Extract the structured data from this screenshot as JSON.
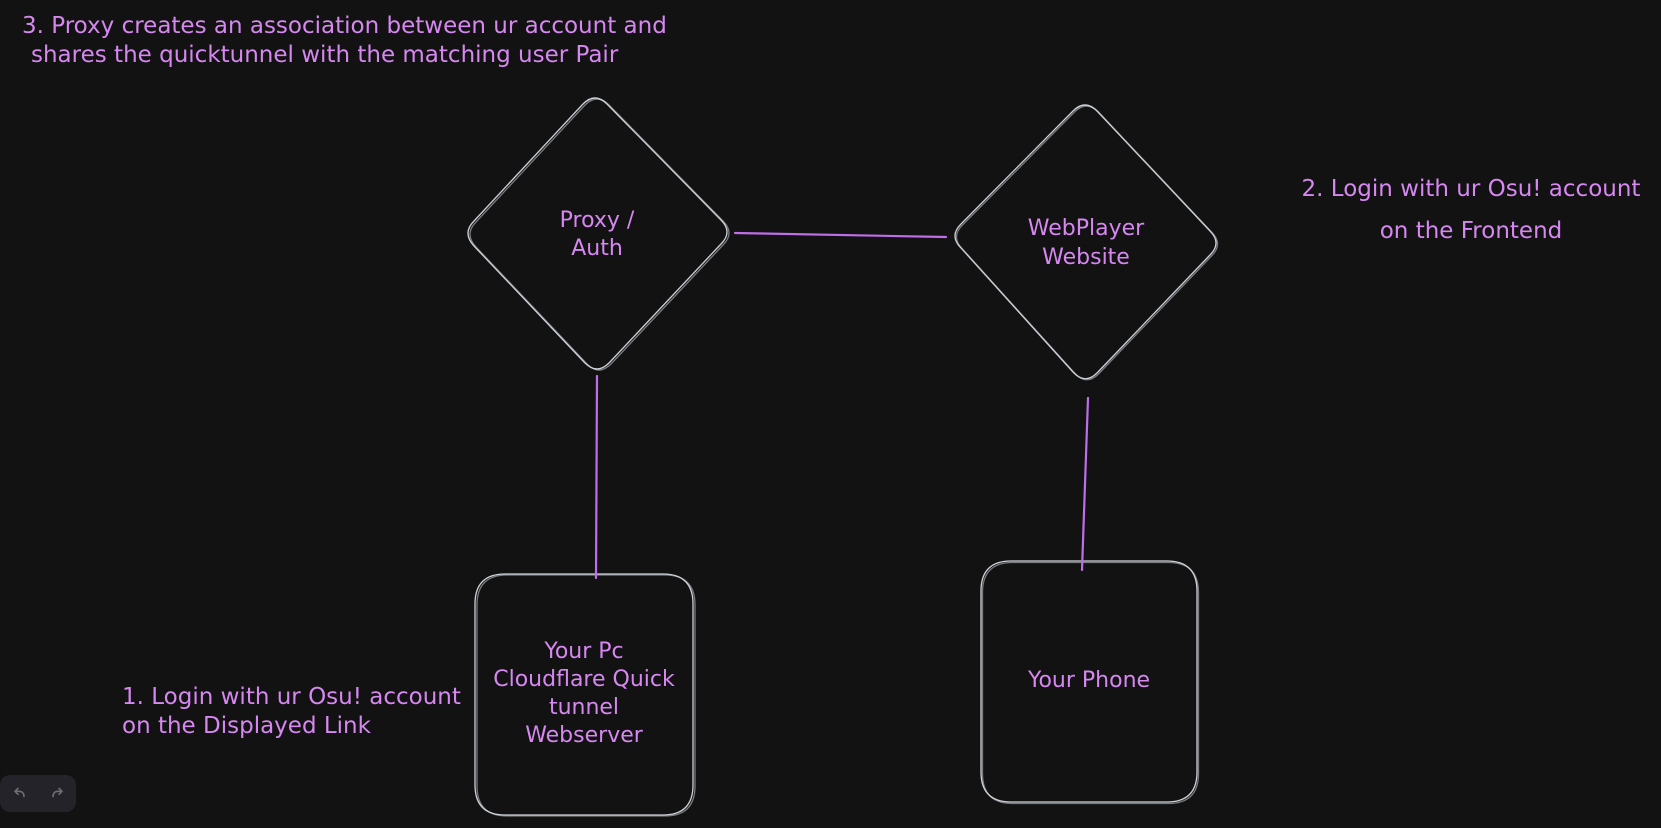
{
  "annotations": {
    "step3": {
      "line1": "3. Proxy creates an association between ur account and",
      "line2": "shares the quicktunnel with the matching user Pair"
    },
    "step2": {
      "line1": "2. Login with ur Osu! account",
      "line2": "on the Frontend"
    },
    "step1": {
      "line1": "1. Login with ur Osu! account",
      "line2": "on the Displayed Link"
    }
  },
  "nodes": {
    "proxy_auth": {
      "shape": "diamond",
      "line1": "Proxy /",
      "line2": "Auth"
    },
    "webplayer": {
      "shape": "diamond",
      "line1": "WebPlayer",
      "line2": "Website"
    },
    "pc_tunnel": {
      "shape": "rounded-rectangle",
      "line1": "Your Pc",
      "line2": "Cloudflare Quick",
      "line3": "tunnel",
      "line4": "Webserver"
    },
    "phone": {
      "shape": "rounded-rectangle",
      "label": "Your Phone"
    }
  },
  "edges": [
    {
      "from": "proxy_auth",
      "to": "webplayer"
    },
    {
      "from": "proxy_auth",
      "to": "pc_tunnel"
    },
    {
      "from": "webplayer",
      "to": "phone"
    }
  ],
  "toolbar": {
    "undo_icon": "undo-arrow",
    "redo_icon": "redo-arrow"
  },
  "colors": {
    "background": "#121212",
    "shape_stroke": "#ced2d9",
    "text_violet": "#d687f0",
    "connector_violet": "#be6ee8",
    "panel": "#232329",
    "icon_gray": "#6e6e78"
  }
}
